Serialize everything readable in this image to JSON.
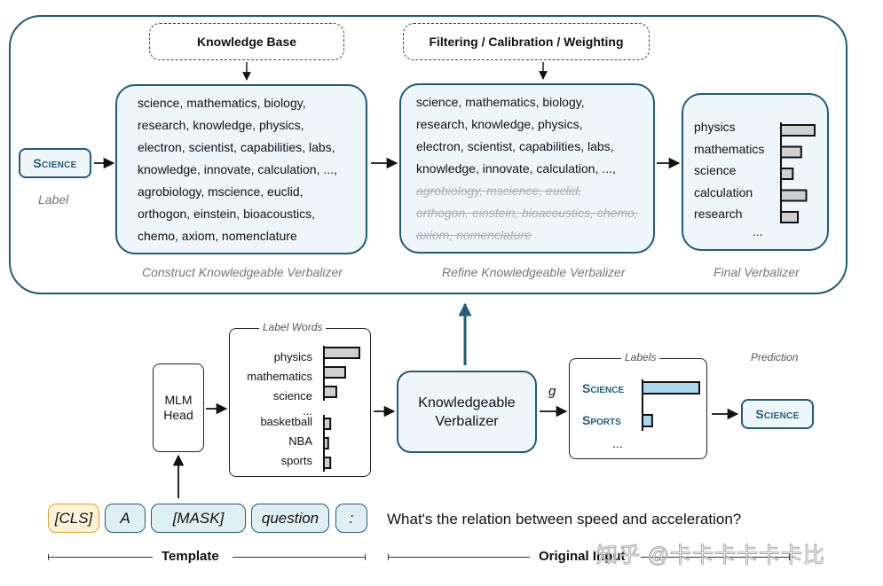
{
  "top": {
    "knowledge_base": "Knowledge Base",
    "filtering": "Filtering / Calibration / Weighting",
    "label_pill": "Science",
    "label_caption": "Label",
    "construct_words": [
      "science, mathematics, biology,",
      "research, knowledge, physics,",
      "electron, scientist, capabilities, labs,",
      "knowledge, innovate, calculation, ...,",
      "agrobiology, mscience,  euclid,",
      "orthogon, einstein, bioacoustics,",
      "chemo, axiom, nomenclature"
    ],
    "refine_words_kept": [
      "science, mathematics, biology,",
      "research, knowledge, physics,",
      "electron, scientist, capabilities, labs,",
      "knowledge, innovate, calculation, ...,"
    ],
    "refine_words_removed": [
      "agrobiology, mscience,  euclid,",
      "orthogon, einstein, bioacoustics, chemo,",
      "axiom, nomenclature"
    ],
    "final_words": [
      "physics",
      "mathematics",
      "science",
      "calculation",
      "research",
      "..."
    ],
    "final_weights": [
      1.0,
      0.6,
      0.35,
      0.75,
      0.5
    ],
    "caption_construct": "Construct Knowledgeable Verbalizer",
    "caption_refine": "Refine Knowledgeable Verbalizer",
    "caption_final": "Final Verbalizer"
  },
  "bottom": {
    "mlm_head": [
      "MLM",
      "Head"
    ],
    "label_words_title": "Label Words",
    "label_words": [
      "physics",
      "mathematics",
      "science",
      "...",
      "basketball",
      "NBA",
      "sports"
    ],
    "label_word_weights": [
      1.0,
      0.6,
      0.35,
      null,
      0.18,
      0.12,
      0.18
    ],
    "kv_text": [
      "Knowledgeable",
      "Verbalizer"
    ],
    "g_label": "g",
    "labels_title": "Labels",
    "labels": [
      "Science",
      "Sports",
      "..."
    ],
    "label_scores": [
      1.0,
      0.17
    ],
    "prediction_title": "Prediction",
    "prediction": "Science",
    "tokens": [
      "[CLS]",
      "A",
      "[MASK]",
      "question",
      ":"
    ],
    "input_text": "What's the relation between speed and acceleration?",
    "template_caption": "Template",
    "original_input_caption": "Original Input",
    "watermark": "知乎 @卡卡卡卡卡卡比"
  },
  "colors": {
    "accent": "#1f5c7a",
    "box_fill": "#eef6f9",
    "bar_gray": "#cfcfcf",
    "bar_blue": "#a9d8ee",
    "cls_border": "#e0a526"
  }
}
